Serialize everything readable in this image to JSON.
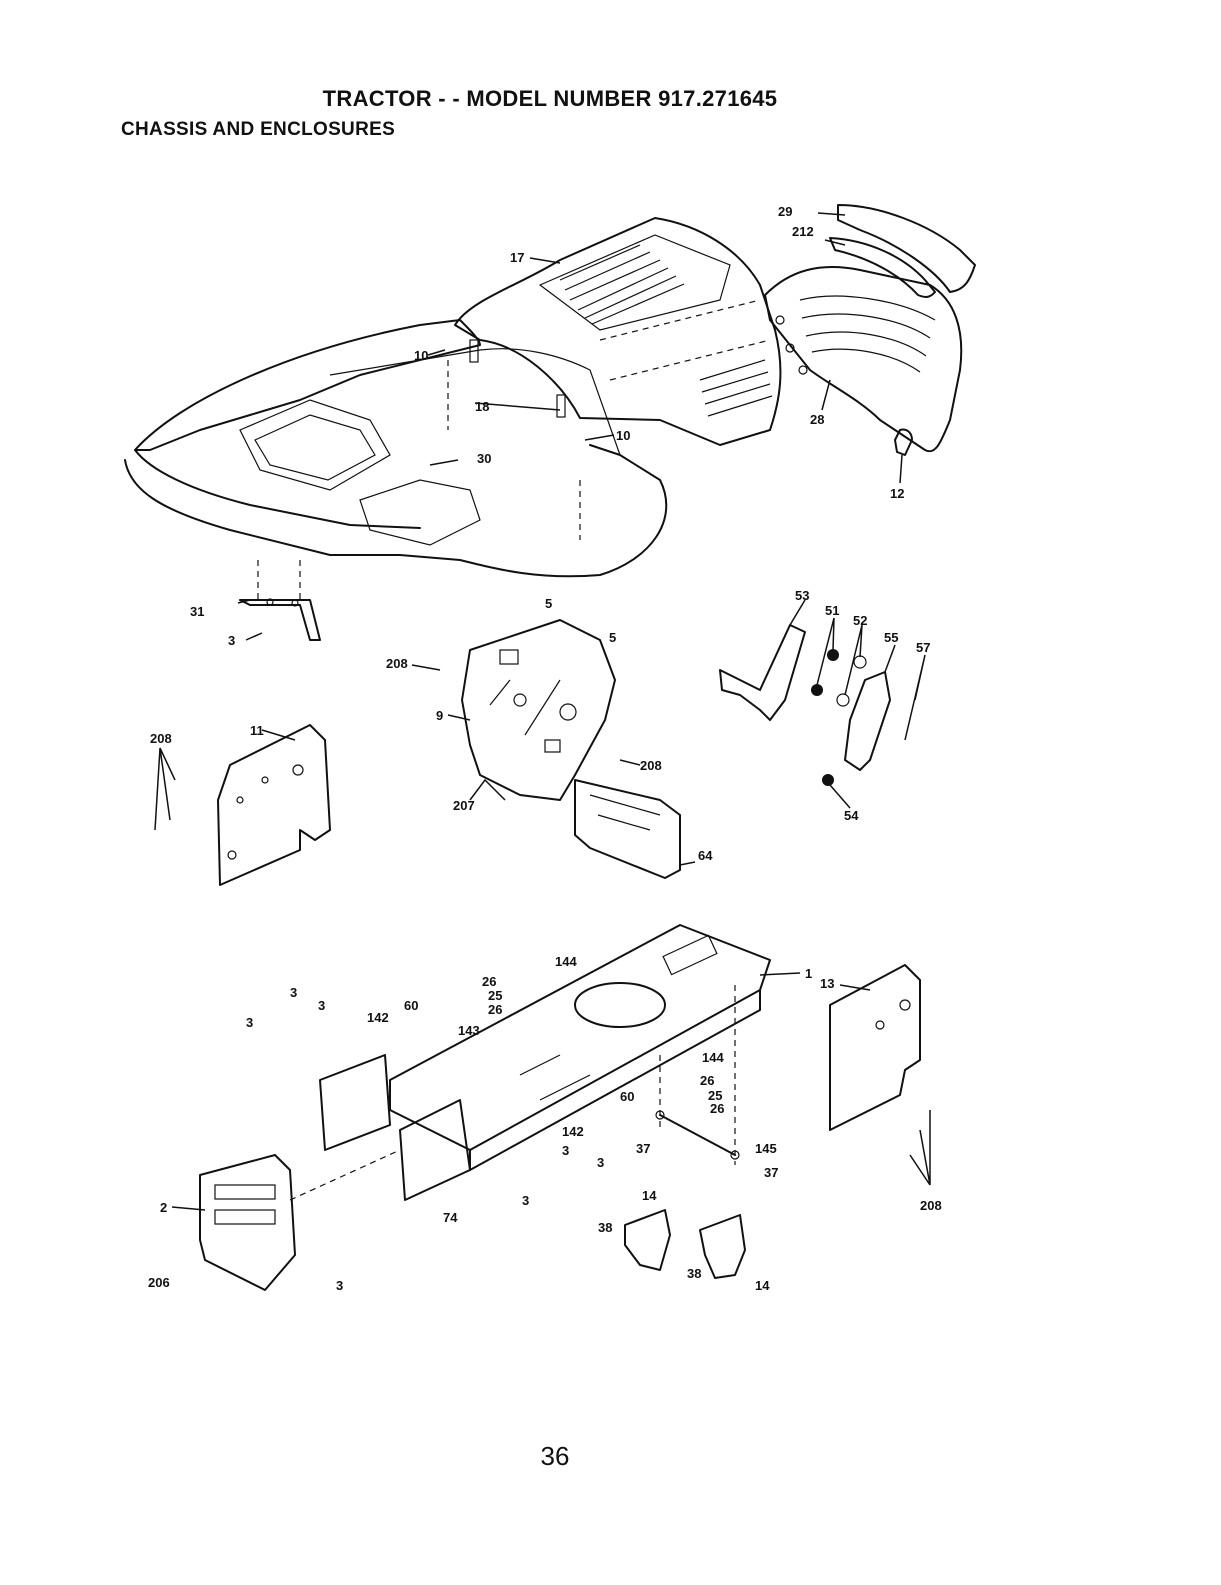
{
  "header": {
    "title": "TRACTOR - - MODEL NUMBER 917.271645",
    "subtitle": "CHASSIS AND ENCLOSURES"
  },
  "callouts": {
    "c1": "1",
    "c2": "2",
    "c3a": "3",
    "c3b": "3",
    "c3c": "3",
    "c3d": "3",
    "c3e": "3",
    "c3f": "3",
    "c3g": "3",
    "c3h": "3",
    "c5a": "5",
    "c5b": "5",
    "c9": "9",
    "c10a": "10",
    "c10b": "10",
    "c11": "11",
    "c12": "12",
    "c13": "13",
    "c14a": "14",
    "c14b": "14",
    "c17": "17",
    "c18": "18",
    "c25a": "25",
    "c25b": "25",
    "c26a": "26",
    "c26b": "26",
    "c26c": "26",
    "c26d": "26",
    "c28": "28",
    "c29": "29",
    "c30": "30",
    "c31": "31",
    "c37a": "37",
    "c37b": "37",
    "c38a": "38",
    "c38b": "38",
    "c51": "51",
    "c52": "52",
    "c53": "53",
    "c54": "54",
    "c55": "55",
    "c57": "57",
    "c60a": "60",
    "c60b": "60",
    "c64": "64",
    "c74": "74",
    "c142a": "142",
    "c142b": "142",
    "c143": "143",
    "c144a": "144",
    "c144b": "144",
    "c145": "145",
    "c206": "206",
    "c207": "207",
    "c208a": "208",
    "c208b": "208",
    "c208c": "208",
    "c208d": "208",
    "c212": "212"
  },
  "page_number": "36"
}
